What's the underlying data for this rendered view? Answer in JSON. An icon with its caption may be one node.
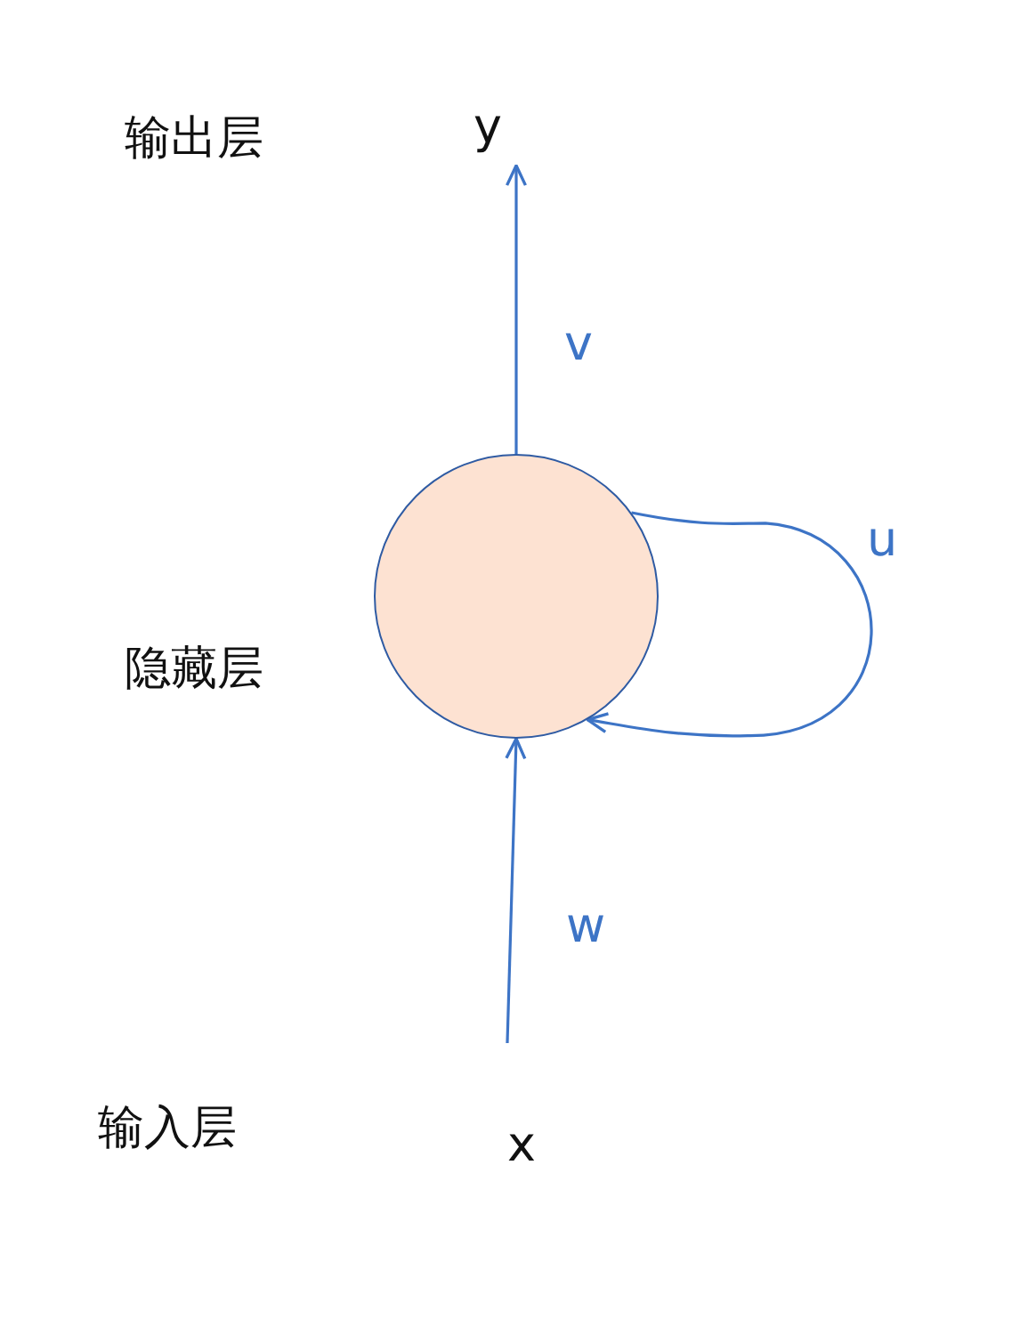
{
  "diagram": {
    "nodes": [
      {
        "text": [
          "y"
        ]
      },
      {
        "text": [],
        "shape": "circle"
      },
      {
        "text": [
          "x"
        ]
      }
    ],
    "edges": [
      {
        "from": 1,
        "to": 0,
        "arrow": "to",
        "label": "v"
      },
      {
        "from": 1,
        "to": 1,
        "arrow": "to",
        "label": "u"
      },
      {
        "from": 2,
        "to": 1,
        "arrow": "to",
        "label": "w"
      }
    ],
    "labels": [
      "输出层",
      "隐藏层",
      "输入层"
    ]
  }
}
